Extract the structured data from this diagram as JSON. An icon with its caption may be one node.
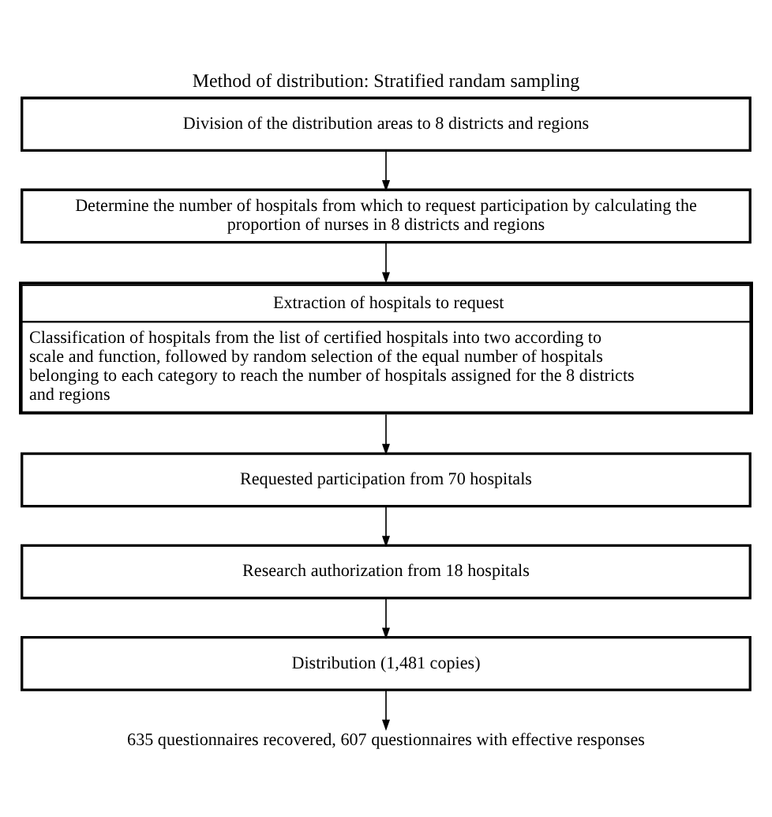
{
  "diagram": {
    "title": "Method of distribution: Stratified randam sampling",
    "nodes": [
      {
        "text": [
          "Division of the distribution areas to 8 districts and regions"
        ]
      },
      {
        "text": [
          "Determine the number of hospitals from which to request participation by calculating the proportion of nurses in 8 districts and regions"
        ]
      },
      {
        "text": [
          "Extraction of hospitals to request",
          "Classification of hospitals from the list of certified hospitals into two according to scale and function, followed by random selection of the equal number of hospitals belonging to each category to reach the number of hospitals assigned for the 8 districts and regions"
        ]
      },
      {
        "text": [
          "Requested participation from 70 hospitals"
        ]
      },
      {
        "text": [
          "Research authorization from 18 hospitals"
        ]
      },
      {
        "text": [
          "Distribution (1,481 copies)"
        ]
      },
      {
        "text": [
          "635 questionnaires recovered, 607 questionnaires with effective responses"
        ]
      }
    ],
    "edges": [
      {
        "from": 0,
        "to": 1,
        "arrow": "to"
      },
      {
        "from": 1,
        "to": 2,
        "arrow": "to"
      },
      {
        "from": 2,
        "to": 3,
        "arrow": "to"
      },
      {
        "from": 3,
        "to": 4,
        "arrow": "to"
      },
      {
        "from": 4,
        "to": 5,
        "arrow": "to"
      },
      {
        "from": 5,
        "to": 6,
        "arrow": "to"
      }
    ]
  }
}
